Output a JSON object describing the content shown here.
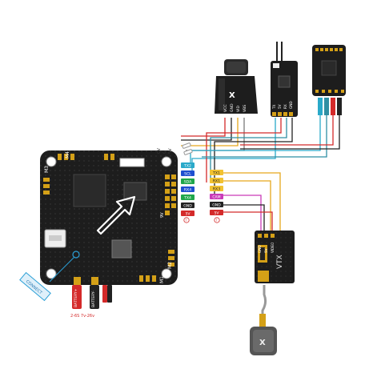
{
  "fc": {
    "motor_labels": [
      "M4",
      "M3",
      "M2",
      "M1"
    ],
    "pad_labels": [
      "TX2",
      "SCL",
      "SDA",
      "RX4",
      "TX4",
      "GND",
      "5V"
    ],
    "pad_colors": [
      "#2aa9c9",
      "#1e4fd0",
      "#1fa64a",
      "#1e4fd0",
      "#1fa64a",
      "#222222",
      "#d42a2a"
    ],
    "pad_text_colors": [
      "#ffffff",
      "#ffffff",
      "#ffffff",
      "#ffffff",
      "#ffffff",
      "#ffffff",
      "#ffffff"
    ],
    "mid_labels": [
      "TX1",
      "RX1",
      "RX3",
      "CAM",
      "GND",
      "5V"
    ],
    "mid_colors": [
      "#f2c230",
      "#f2c230",
      "#f2c230",
      "#c93bb8",
      "#222222",
      "#d42a2a"
    ],
    "mid_text_colors": [
      "#222222",
      "#222222",
      "#222222",
      "#ffffff",
      "#ffffff",
      "#ffffff"
    ],
    "top_pad_labels": [
      "CV",
      "G",
      "5V"
    ],
    "side_pad_label": "9V",
    "battery_labels": [
      "BATTERY-",
      "BATTERY+"
    ],
    "battery_voltage": "2-6S 7v-26v",
    "usb_label": "CONNECT"
  },
  "camera": {
    "pin_labels": [
      "VCC",
      "GND",
      "VID",
      "VBS"
    ],
    "logo": "X"
  },
  "receiver1": {
    "pin_labels": [
      "TX",
      "5V",
      "RX",
      "GND"
    ]
  },
  "vtx": {
    "label": "VTX",
    "pin_labels": [
      "GND",
      "5V",
      "VIDEO"
    ],
    "antenna_logo": "X"
  },
  "colors": {
    "wire_cyan": "#2aa9c9",
    "wire_teal": "#2f8fa3",
    "wire_red": "#d42a2a",
    "wire_black": "#222222",
    "wire_yellow": "#e6a81c",
    "wire_magenta": "#c93bb8",
    "wire_gray": "#7a7a7a",
    "board": "#1d1d1d",
    "gold": "#d4a017"
  }
}
